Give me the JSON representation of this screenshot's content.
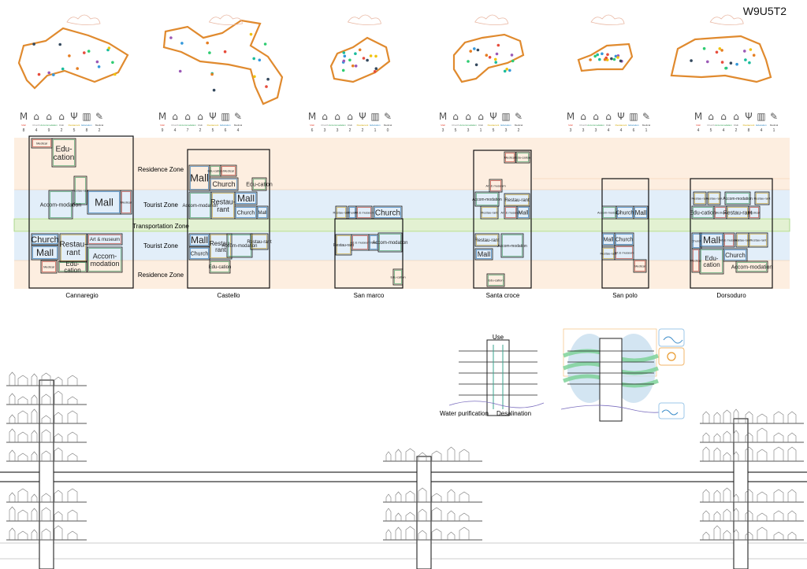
{
  "sheet_code": "W9U5T2",
  "zones": {
    "residence_top": "Residence Zone",
    "tourist_top": "Tourist Zone",
    "transportation": "Transportation Zone",
    "tourist_bottom": "Tourist Zone",
    "residence_bottom": "Residence Zone"
  },
  "districts": [
    {
      "name": "Cannaregio",
      "icons": [
        [
          "Mall",
          "8"
        ],
        [
          "Church",
          "4"
        ],
        [
          "Accommodation",
          "9"
        ],
        [
          "Club",
          "2"
        ],
        [
          "Restaurant",
          "5"
        ],
        [
          "Education",
          "8"
        ],
        [
          "Medical",
          "2"
        ]
      ]
    },
    {
      "name": "Castello",
      "icons": [
        [
          "Mall",
          "9"
        ],
        [
          "Church",
          "4"
        ],
        [
          "Accommodation",
          "7"
        ],
        [
          "Club",
          "2"
        ],
        [
          "Restaurant",
          "5"
        ],
        [
          "Education",
          "6"
        ],
        [
          "Medical",
          "4"
        ]
      ]
    },
    {
      "name": "San marco",
      "icons": [
        [
          "Mall",
          "6"
        ],
        [
          "Church",
          "3"
        ],
        [
          "Accommodation",
          "3"
        ],
        [
          "Club",
          "2"
        ],
        [
          "Restaurant",
          "2"
        ],
        [
          "Education",
          "1"
        ],
        [
          "Medical",
          "0"
        ]
      ]
    },
    {
      "name": "Santa croce",
      "icons": [
        [
          "Mall",
          "3"
        ],
        [
          "Church",
          "5"
        ],
        [
          "Accommodation",
          "3"
        ],
        [
          "Club",
          "1"
        ],
        [
          "Restaurant",
          "5"
        ],
        [
          "Education",
          "3"
        ],
        [
          "Medical",
          "2"
        ]
      ]
    },
    {
      "name": "San polo",
      "icons": [
        [
          "Mall",
          "3"
        ],
        [
          "Church",
          "3"
        ],
        [
          "Accommodation",
          "3"
        ],
        [
          "Club",
          "4"
        ],
        [
          "Restaurant",
          "4"
        ],
        [
          "Education",
          "6"
        ],
        [
          "Medical",
          "1"
        ]
      ]
    },
    {
      "name": "Dorsoduro",
      "icons": [
        [
          "Mall",
          "4"
        ],
        [
          "Church",
          "5"
        ],
        [
          "Accommodation",
          "4"
        ],
        [
          "Club",
          "2"
        ],
        [
          "Restaurant",
          "8"
        ],
        [
          "Education",
          "4"
        ],
        [
          "Medical",
          "1"
        ]
      ]
    }
  ],
  "blocks": {
    "mall": "Mall",
    "church": "Church",
    "education": "Edu-cation",
    "accommodation": "Accom-modation",
    "restaurant": "Restau-rant",
    "art_museum": "Art & museum",
    "medical": "Medical"
  },
  "water_diagram": {
    "use": "Use",
    "purification": "Water purification",
    "desalination": "Desalination"
  },
  "colors": {
    "island_outline": "#e08a2e",
    "residence_band": "#fdeee0",
    "tourist_band": "#e2eef9",
    "transport_band": "#e3f1d2",
    "wave_green": "#7fd39a",
    "oval_blue": "#c8deef"
  }
}
